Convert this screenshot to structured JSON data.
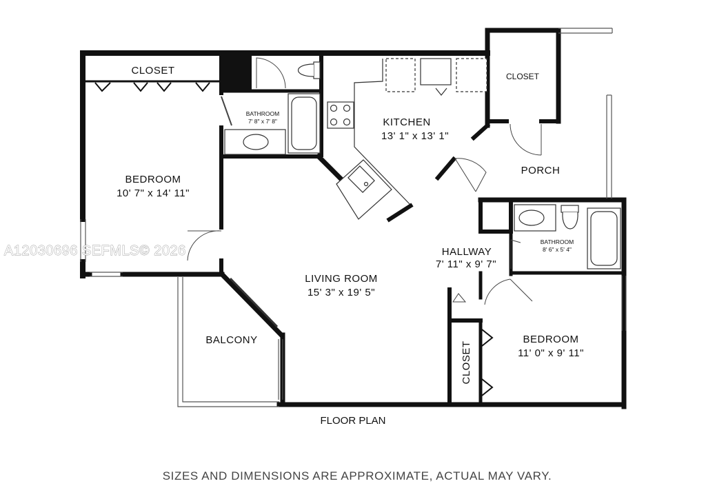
{
  "rooms": {
    "closet_bedroom_left": "CLOSET",
    "bedroom_left": {
      "name": "BEDROOM",
      "dims": "10' 7\" x 14' 11\""
    },
    "bathroom_top": {
      "name": "BATHROOM",
      "dims": "7' 8\" x 7' 8\""
    },
    "kitchen": {
      "name": "KITCHEN",
      "dims": "13' 1\" x 13' 1\""
    },
    "closet_porch": "CLOSET",
    "porch": "PORCH",
    "living_room": {
      "name": "LIVING ROOM",
      "dims": "15' 3\" x 19' 5\""
    },
    "hallway": {
      "name": "HALLWAY",
      "dims": "7' 11\" x 9' 7\""
    },
    "bathroom_right": {
      "name": "BATHROOM",
      "dims": "8' 6\" x 5' 4\""
    },
    "balcony": "BALCONY",
    "bedroom_right": {
      "name": "BEDROOM",
      "dims": "11' 0\" x 9' 11\""
    },
    "closet_bedroom_right": "CLOSET"
  },
  "caption": "FLOOR PLAN",
  "disclaimer": "SIZES AND DIMENSIONS ARE APPROXIMATE, ACTUAL MAY VARY.",
  "watermark": "A12030696  SEFMLS© 2026",
  "colors": {
    "wall": "#111111",
    "thin_line": "#555555",
    "fixture": "#333333",
    "watermark": "#9a9a9a"
  }
}
